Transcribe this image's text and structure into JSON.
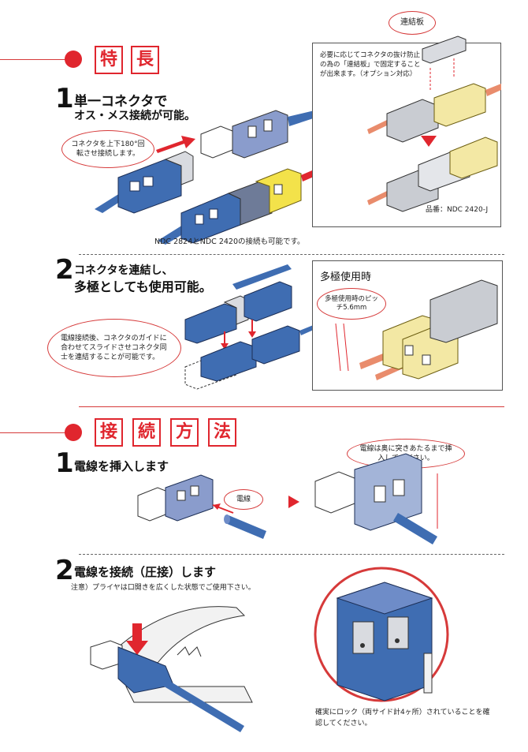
{
  "features": {
    "heading_chars": [
      "特",
      "長"
    ],
    "item1": {
      "number": "1",
      "title_line1": "単一コネクタで",
      "title_line2": "オス・メス接続が可能。",
      "rotate_bubble": "コネクタを上下180°回転させ接続します。",
      "compat_note": "NDC 2824とNDC 2420の接続も可能です。"
    },
    "option_panel": {
      "plate_label": "連結板",
      "note": "必要に応じてコネクタの抜け防止の為の「連結板」で固定することが出来ます。（オプション対応）",
      "part_number": "品番：NDC 2420-J"
    },
    "item2": {
      "number": "2",
      "title_line1": "コネクタを連結し、",
      "title_line2": "多極としても使用可能。",
      "slide_bubble": "電線接続後、コネクタのガイドに合わせてスライドさせコネクタ同士を連結することが可能です。"
    },
    "multipole_panel": {
      "title": "多極使用時",
      "pitch_bubble": "多極使用時のピッチ5.6mm"
    }
  },
  "method": {
    "heading_chars": [
      "接",
      "続",
      "方",
      "法"
    ],
    "step1": {
      "number": "1",
      "title": "電線を挿入します",
      "wire_label": "電線",
      "insert_bubble": "電線は奥に突きあたるまで挿入してください。"
    },
    "step2": {
      "number": "2",
      "title": "電線を接続（圧接）します",
      "caution": "注意）プライヤは口開きを広くした状態でご使用下さい。",
      "lock_note": "確実にロック（両サイド計4ヶ所）されていることを確認してください。"
    }
  },
  "colors": {
    "accent_red": "#e0262e",
    "connector_blue": "#3f6db2",
    "connector_yellow": "#f3e24a",
    "connector_gray": "#c9ccd2",
    "wire_orange": "#e98c6c"
  }
}
